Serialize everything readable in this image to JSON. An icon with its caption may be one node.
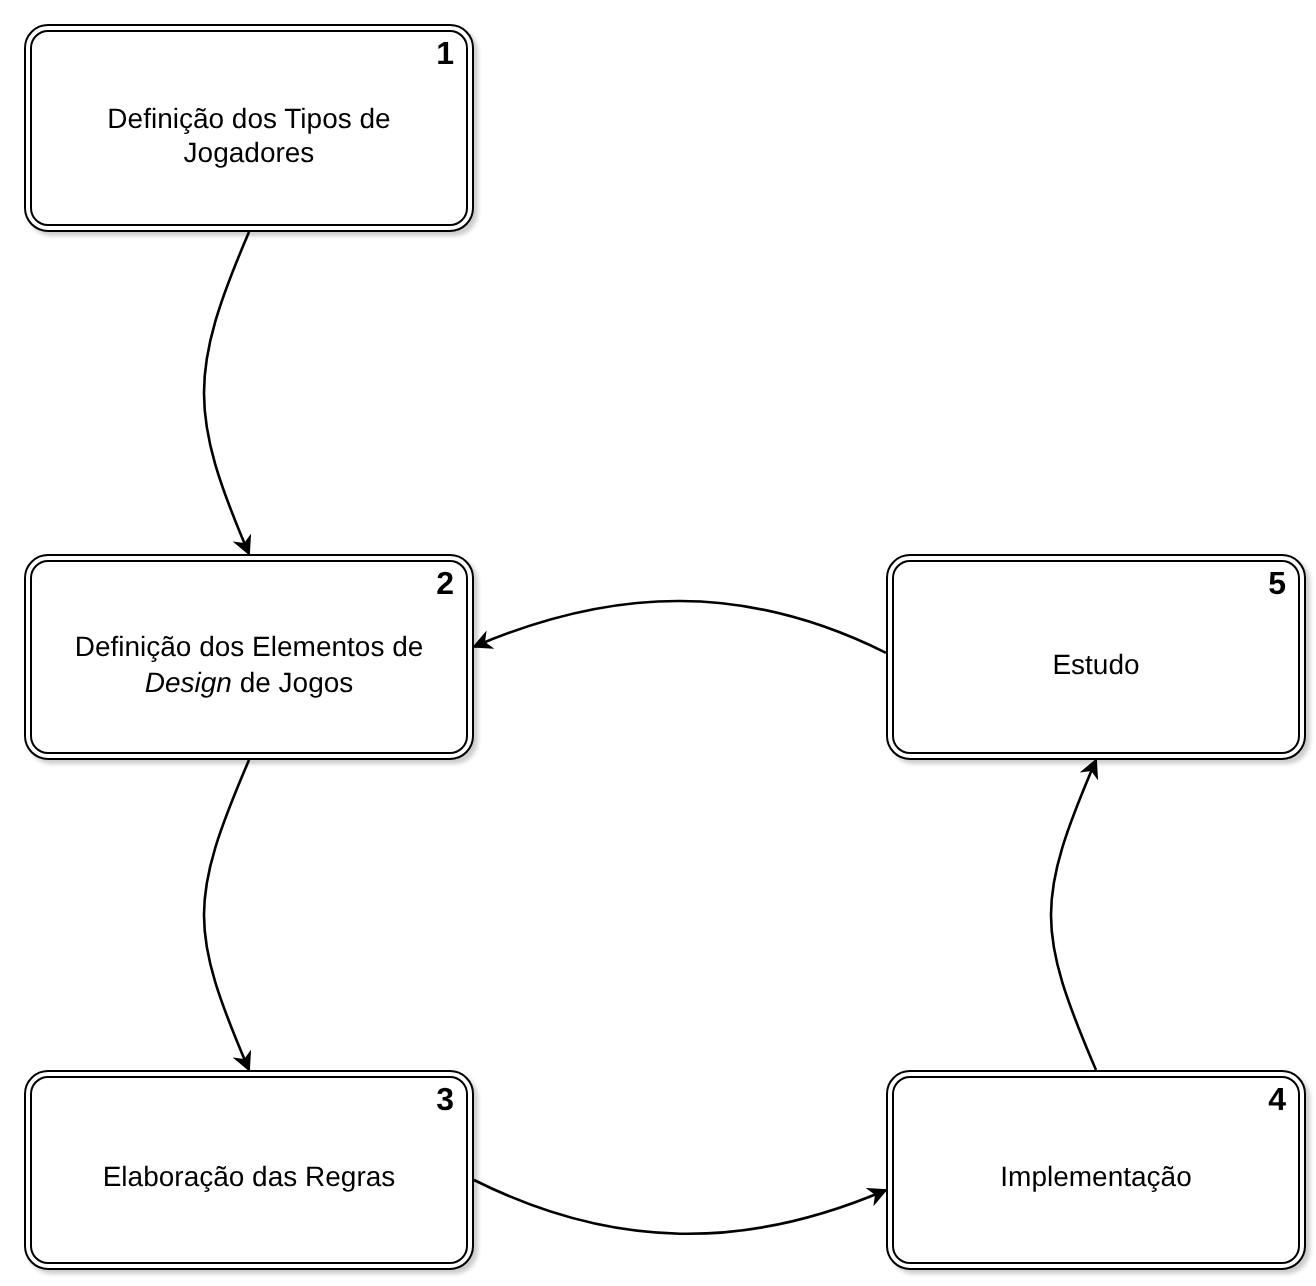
{
  "diagram": {
    "nodes": [
      {
        "text": [
          "1",
          "Definição dos Tipos de Jogadores"
        ]
      },
      {
        "text": [
          "2",
          "Definição dos Elementos de *Design* de Jogos"
        ]
      },
      {
        "text": [
          "3",
          "Elaboração das Regras"
        ]
      },
      {
        "text": [
          "4",
          "Implementação"
        ]
      },
      {
        "text": [
          "5",
          "Estudo"
        ]
      }
    ],
    "edges": [
      {
        "from": 0,
        "to": 1,
        "arrow": "to"
      },
      {
        "from": 1,
        "to": 2,
        "arrow": "to"
      },
      {
        "from": 2,
        "to": 3,
        "arrow": "to"
      },
      {
        "from": 3,
        "to": 4,
        "arrow": "to"
      },
      {
        "from": 4,
        "to": 1,
        "arrow": "to"
      }
    ]
  }
}
